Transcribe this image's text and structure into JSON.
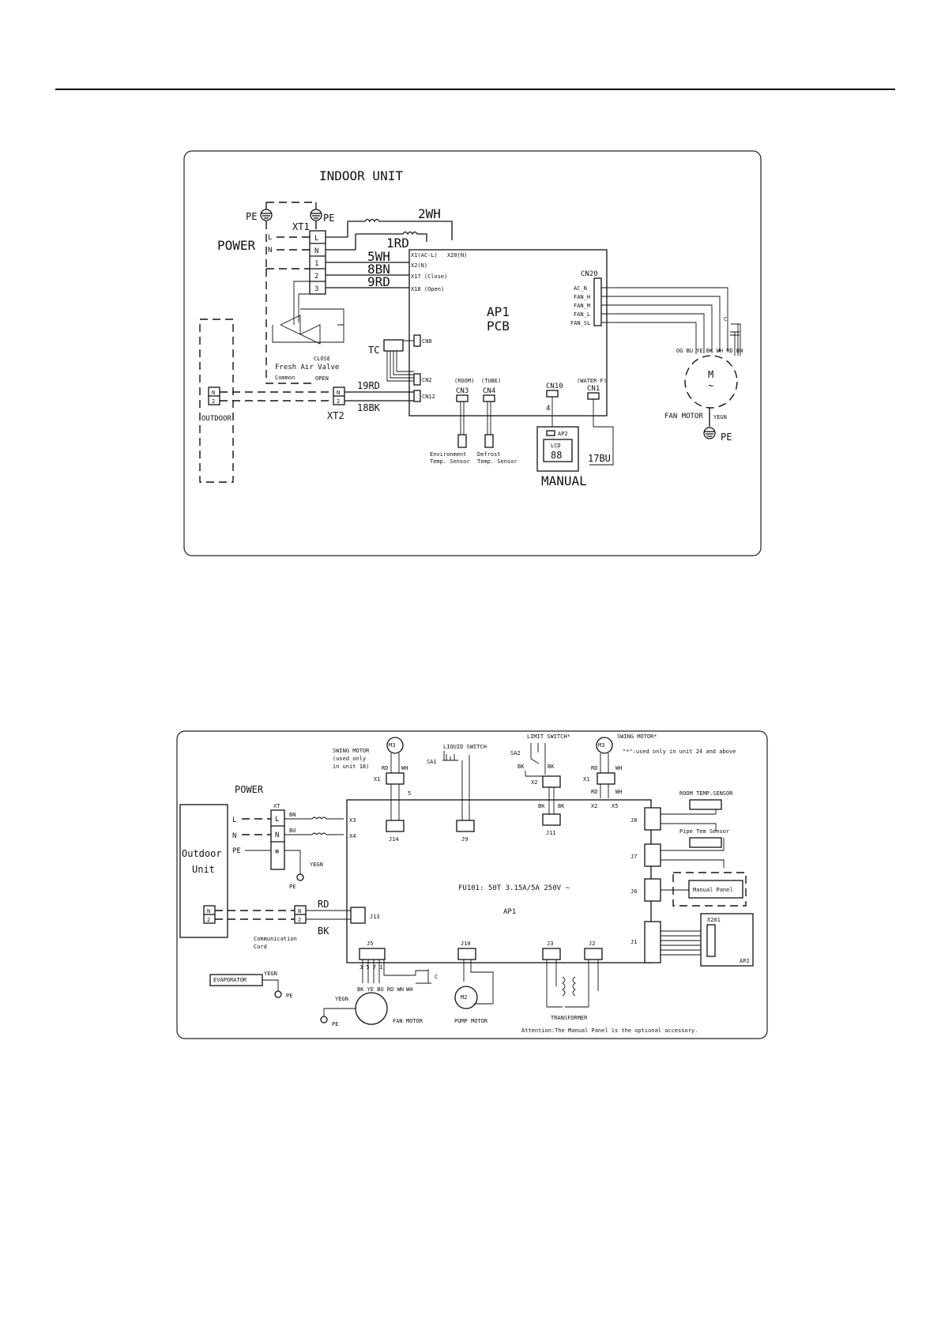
{
  "diagram1": {
    "title": "INDOOR UNIT",
    "pe_left": "PE",
    "pe_right": "PE",
    "xt1": "XT1",
    "power": "POWER",
    "l": "L",
    "n": "N",
    "term_l": "L",
    "term_n": "N",
    "term_1": "1",
    "term_2": "2",
    "term_3": "3",
    "wire_2wh": "2WH",
    "wire_1rd": "1RD",
    "wire_5wh": "5WH",
    "wire_8bn": "8BN",
    "wire_9rd": "9RD",
    "wire_19rd": "19RD",
    "wire_18bk": "18BK",
    "wire_17bu": "17BU",
    "x1": "X1(AC-L)",
    "x20": "X20(N)",
    "x2n": "X2(N)",
    "x17": "X17 (Close)",
    "x18": "X18 (Open)",
    "pcb_line1": "AP1",
    "pcb_line2": "PCB",
    "cn8": "CN8",
    "cn2": "CN2",
    "cn12": "CN12",
    "tc": "TC",
    "close": "CLOSE",
    "fresh_air": "Fresh Air Valve",
    "common": "Common",
    "open": "OPEN",
    "outdoor": "OUTDOOR",
    "od_n": "N",
    "od_2": "2",
    "xt2": "XT2",
    "xt2_n": "N",
    "xt2_2": "2",
    "room": "(ROOM)",
    "tube": "(TUBE)",
    "cn3": "CN3",
    "cn4": "CN4",
    "cn10": "CN10",
    "water": "(WATER-F)",
    "cn1": "CN1",
    "four": "4",
    "env_sensor_1": "Environment",
    "env_sensor_2": "Temp. Sensor",
    "def_sensor_1": "Defrost",
    "def_sensor_2": "Temp. Sensor",
    "ap2": "AP2",
    "lcd": "LCD",
    "digits": "88",
    "manual": "MANUAL",
    "cn20": "CN20",
    "ac_n": "AC_N",
    "fan_h": "FAN_H",
    "fan_m": "FAN_M",
    "fan_l": "FAN_L",
    "fan_sl": "FAN_SL",
    "motor_wires": "OG BU YE BK WH RD BN",
    "cap": "C",
    "motor_m": "M",
    "motor_tilde": "~",
    "fan_motor": "FAN MOTOR",
    "yegn": "YEGN",
    "pe_motor": "PE"
  },
  "diagram2": {
    "swing_motor_1": "SWING MOTOR",
    "swing_motor_2": "(used only",
    "swing_motor_3": "in unit 18)",
    "m3_left": "M3",
    "rd_left": "RD",
    "wh_left": "WH",
    "x1_left": "X1",
    "five": "5",
    "liquid_switch": "LIQUID SWITCH",
    "sa1": "SA1",
    "limit_switch": "LIMIT SWITCH*",
    "sa2": "SA2",
    "bk_a": "BK",
    "bk_b": "BK",
    "x2_mid": "X2",
    "bk_c": "BK",
    "bk_d": "BK",
    "swing_motor_star": "SWING MOTOR*",
    "star_note": "\"*\":used only in unit 24 and above",
    "m3_right": "M3",
    "rd_r1": "RD",
    "wh_r1": "WH",
    "x1_right": "X1",
    "rd_r2": "RD",
    "wh_r2": "WH",
    "x2_right": "X2",
    "x5": "X5",
    "power": "POWER",
    "xt": "XT",
    "l": "L",
    "n": "N",
    "pe": "PE",
    "term_l": "L",
    "term_n": "N",
    "term_pe": "⊕",
    "bn": "BN",
    "bu": "BU",
    "x3": "X3",
    "x4": "X4",
    "yegn_xt": "YEGN",
    "pe_xt": "PE",
    "outdoor_1": "Outdoor",
    "outdoor_2": "Unit",
    "od_n": "N",
    "od_2": "2",
    "comm_n": "N",
    "comm_2": "2",
    "rd": "RD",
    "bk": "BK",
    "comm_cord_1": "Communication",
    "comm_cord_2": "Cord",
    "j13": "J13",
    "j14": "J14",
    "j9": "J9",
    "j11": "J11",
    "j8": "J8",
    "j7": "J7",
    "j6": "J6",
    "j1": "J1",
    "j5": "J5",
    "j10": "J10",
    "j3": "J3",
    "j2": "J2",
    "room_temp": "ROOM TEMP.SENSOR",
    "pipe_temp": "Pipe Tem Sensor",
    "manual_panel": "Manual Panel",
    "x201": "X201",
    "ap2": "AP2",
    "fuse": "FU101: 50T 3.15A/5A 250V ~",
    "ap1": "AP1",
    "pins": "3 5 7 1",
    "motor_colors": "BK YE BU RD WH",
    "wh": "WH",
    "c": "C",
    "evaporator": "EVAPORATOR",
    "yegn_evap": "YEGN",
    "pe_evap": "PE",
    "yegn_fan": "YEGN",
    "pe_fan": "PE",
    "m2": "M2",
    "fan_motor": "FAN MOTOR",
    "pump_motor": "PUMP MOTOR",
    "transformer": "TRANSFORMER",
    "attention": "Attention:The Manual Panel is the optional accessory."
  }
}
